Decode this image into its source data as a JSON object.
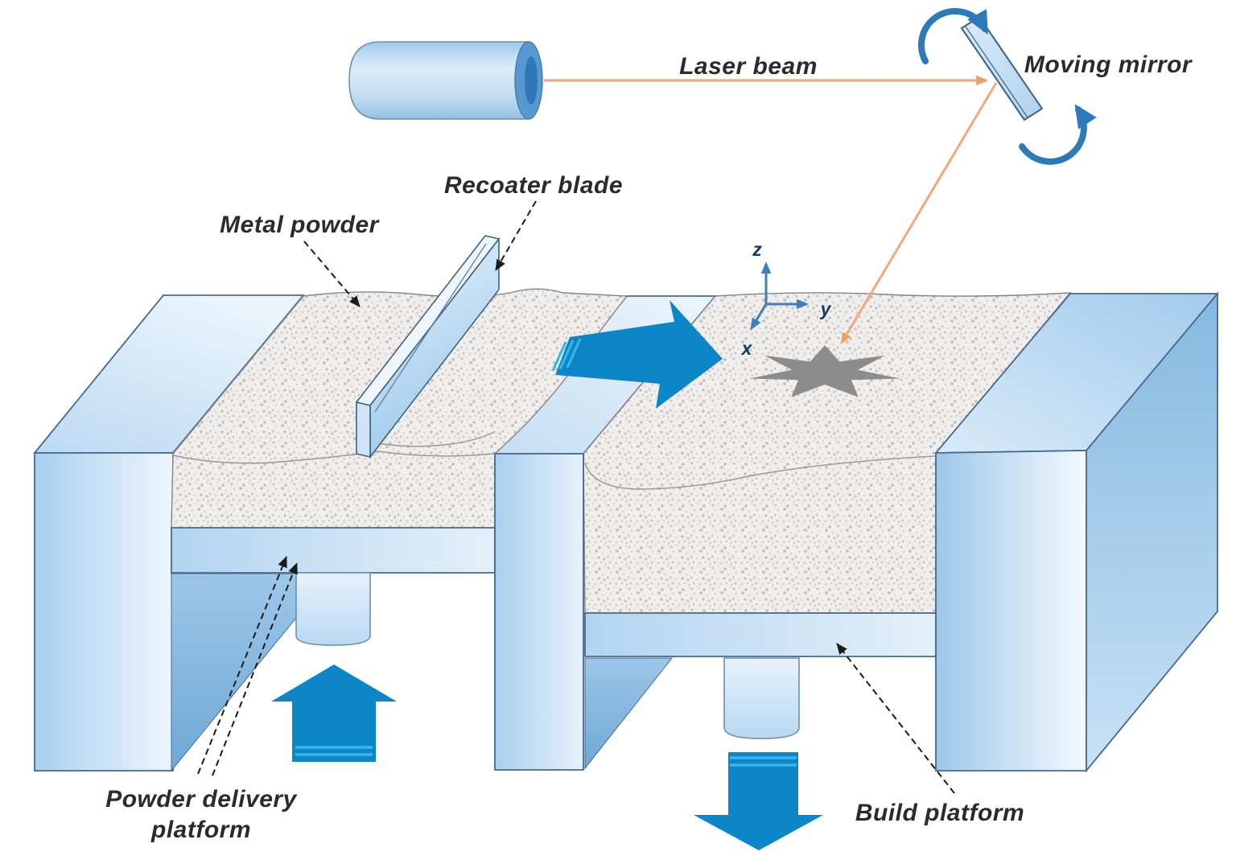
{
  "diagram": {
    "labels": {
      "laser_beam": "Laser beam",
      "moving_mirror": "Moving mirror",
      "recoater_blade": "Recoater blade",
      "metal_powder": "Metal powder",
      "powder_delivery_platform_line1": "Powder delivery",
      "powder_delivery_platform_line2": "platform",
      "build_platform": "Build platform"
    },
    "axes": {
      "x_label": "x",
      "y_label": "y",
      "z_label": "z"
    },
    "palette": {
      "arrow_blue": "#0d86c8",
      "motion_stripe_cyan": "#38b6ea",
      "laser_beam_orange": "#f0a87e",
      "melted_part_gray": "#8c8c8c",
      "powder_speckle_base": "#efeeec",
      "machine_blue_light": "#d9ebf9",
      "machine_blue_mid": "#a9cfee",
      "outline_slate": "#46698d",
      "rotation_arrow_blue": "#2d7ab8",
      "label_text": "#2b2b2b"
    }
  }
}
